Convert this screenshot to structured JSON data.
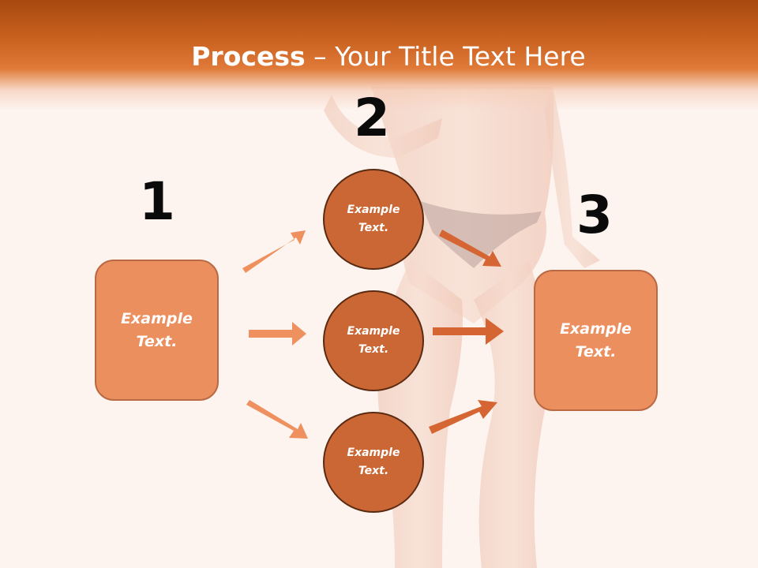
{
  "slide": {
    "title_bold": "Process",
    "title_rest": " – Your Title Text Here"
  },
  "steps": [
    {
      "number": "1",
      "label": "Example Text."
    },
    {
      "number": "2",
      "circles": [
        "Example Text.",
        "Example Text.",
        "Example Text."
      ]
    },
    {
      "number": "3",
      "label": "Example Text."
    }
  ],
  "colors": {
    "header": "#c9611f",
    "box_fill": "#ec8f5e",
    "circle_fill": "#cb6735",
    "arrow_light": "#ee915f",
    "arrow_dark": "#d56532"
  }
}
